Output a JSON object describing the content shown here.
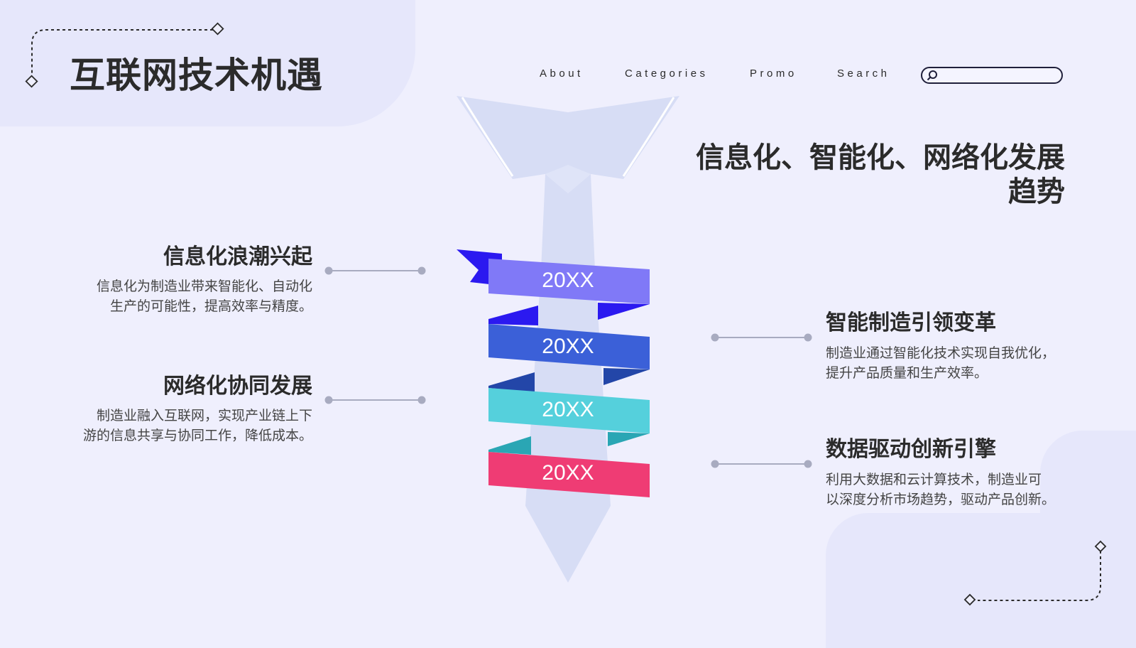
{
  "header": {
    "title": "互联网技术机遇",
    "nav": [
      "About",
      "Categories",
      "Promo",
      "Search"
    ],
    "search_icon": "search-icon"
  },
  "main": {
    "heading_line1": "信息化、智能化、网络化发展",
    "heading_line2": "趋势",
    "items": [
      {
        "title": "信息化浪潮兴起",
        "text_line1": "信息化为制造业带来智能化、自动化",
        "text_line2": "生产的可能性，提高效率与精度。"
      },
      {
        "title": "网络化协同发展",
        "text_line1": "制造业融入互联网，实现产业链上下",
        "text_line2": "游的信息共享与协同工作，降低成本。"
      },
      {
        "title": "智能制造引领变革",
        "text_line1": "制造业通过智能化技术实现自我优化，",
        "text_line2": "提升产品质量和生产效率。"
      },
      {
        "title": "数据驱动创新引擎",
        "text_line1": "利用大数据和云计算技术，制造业可",
        "text_line2": "以深度分析市场趋势，驱动产品创新。"
      }
    ],
    "ribbons": [
      {
        "label": "20XX",
        "color": "#8079f7",
        "shade": "#2b19f0"
      },
      {
        "label": "20XX",
        "color": "#3b60d8",
        "shade": "#2346a8"
      },
      {
        "label": "20XX",
        "color": "#55d0dc",
        "shade": "#2aa6b4"
      },
      {
        "label": "20XX",
        "color": "#ef3c74",
        "shade": "#c42858"
      }
    ]
  },
  "colors": {
    "background": "#efeffd",
    "tie": "#d7ddf5",
    "connector": "#a8abc0"
  }
}
